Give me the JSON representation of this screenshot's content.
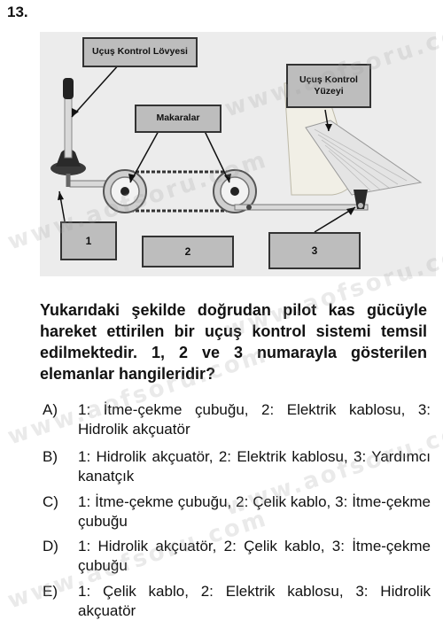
{
  "question_number": "13.",
  "figure": {
    "labels": {
      "control_stick": "Uçuş Kontrol Lövyesi",
      "pulleys": "Makaralar",
      "control_surface_line1": "Uçuş Kontrol",
      "control_surface_line2": "Yüzeyi"
    },
    "number_boxes": [
      "1",
      "2",
      "3"
    ]
  },
  "question_text": "Yukarıdaki şekilde doğrudan pilot kas gücüyle hareket ettirilen bir uçuş kontrol sistemi temsil edilmektedir. 1, 2 ve 3 numarayla gösterilen elemanlar hangileridir?",
  "options": [
    {
      "letter": "A)",
      "text": "1: İtme-çekme çubuğu, 2: Elektrik kablosu, 3: Hidrolik akçuatör"
    },
    {
      "letter": "B)",
      "text": "1: Hidrolik akçuatör, 2: Elektrik kablosu, 3: Yardımcı kanatçık"
    },
    {
      "letter": "C)",
      "text": "1: İtme-çekme çubuğu, 2: Çelik kablo, 3: İtme-çekme çubuğu"
    },
    {
      "letter": "D)",
      "text": "1: Hidrolik akçuatör, 2: Çelik kablo, 3: İtme-çekme çubuğu"
    },
    {
      "letter": "E)",
      "text": "1: Çelik kablo, 2: Elektrik kablosu, 3: Hidrolik akçuatör"
    }
  ],
  "watermark": "www.aofsoru.com"
}
